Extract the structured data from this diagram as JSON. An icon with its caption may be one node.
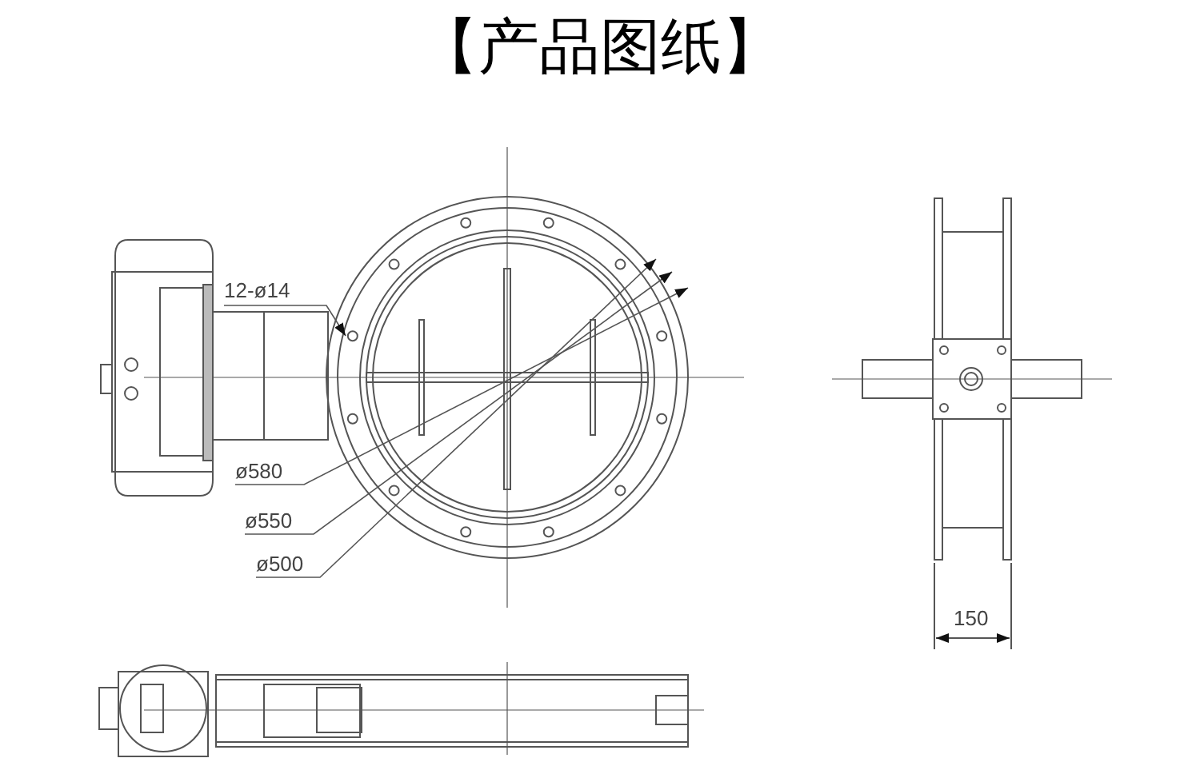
{
  "diagram": {
    "title": "【产品图纸】",
    "labels": [
      "12-ø14",
      "ø580",
      "ø550",
      "ø500",
      "150"
    ]
  }
}
